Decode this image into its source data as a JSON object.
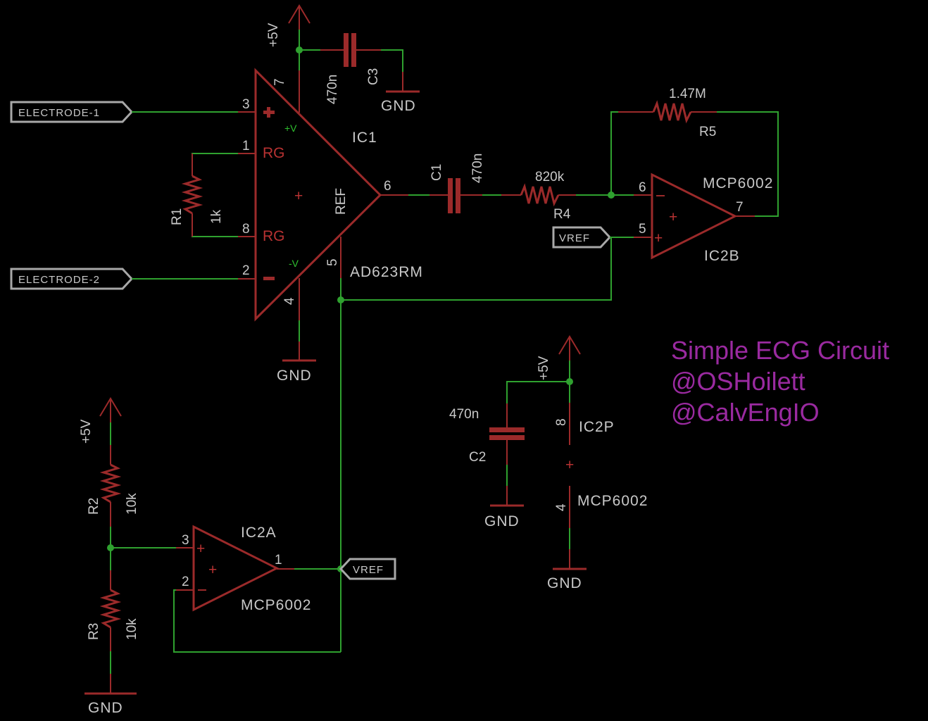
{
  "title_note": {
    "line1": "Simple ECG Circuit",
    "line2": "@OSHoilett",
    "line3": "@CalvEngIO"
  },
  "ports": {
    "electrode1": "ELECTRODE-1",
    "electrode2": "ELECTRODE-2",
    "vref_top": "VREF",
    "vref_bottom": "VREF"
  },
  "supplies": {
    "vcc": "+5V",
    "gnd": "GND"
  },
  "ic1": {
    "name": "IC1",
    "part": "AD623RM",
    "pin3": "3",
    "pin1": "1",
    "pin8": "8",
    "pin2": "2",
    "pin7": "7",
    "pin4": "4",
    "pin6": "6",
    "pin5": "5",
    "rg": "RG",
    "ref": "REF",
    "plus_v": "+V",
    "minus_v": "-V"
  },
  "ic2a": {
    "name": "IC2A",
    "part": "MCP6002",
    "pin3": "3",
    "pin2": "2",
    "pin1": "1"
  },
  "ic2b": {
    "name": "IC2B",
    "part": "MCP6002",
    "pin6": "6",
    "pin5": "5",
    "pin7": "7"
  },
  "ic2p": {
    "name": "IC2P",
    "part": "MCP6002",
    "pin8": "8",
    "pin4": "4"
  },
  "r1": {
    "name": "R1",
    "value": "1k"
  },
  "r2": {
    "name": "R2",
    "value": "10k"
  },
  "r3": {
    "name": "R3",
    "value": "10k"
  },
  "r4": {
    "name": "R4",
    "value": "820k"
  },
  "r5": {
    "name": "R5",
    "value": "1.47M"
  },
  "c1": {
    "name": "C1",
    "value": "470n"
  },
  "c2": {
    "name": "C2",
    "value": "470n"
  },
  "c3": {
    "name": "C3",
    "value": "470n"
  }
}
